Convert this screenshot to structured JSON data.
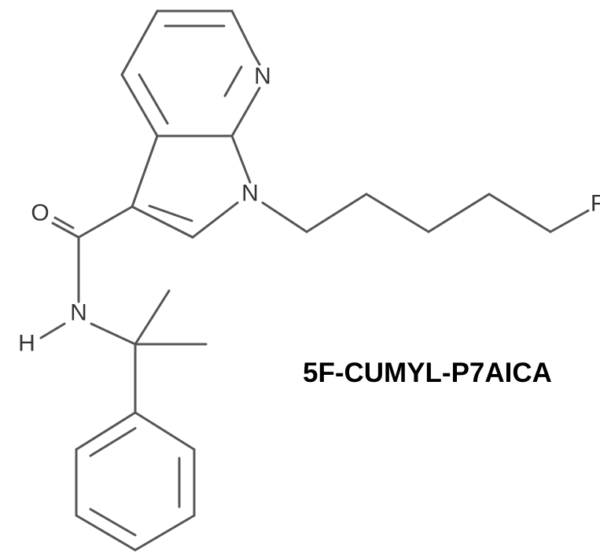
{
  "compound_name": "5F-CUMYL-P7AICA",
  "atom_labels": {
    "n_pyridine": "N",
    "n_indole": "N",
    "oxygen": "O",
    "n_amide": "N",
    "h_amide": "H",
    "fluorine": "F"
  }
}
